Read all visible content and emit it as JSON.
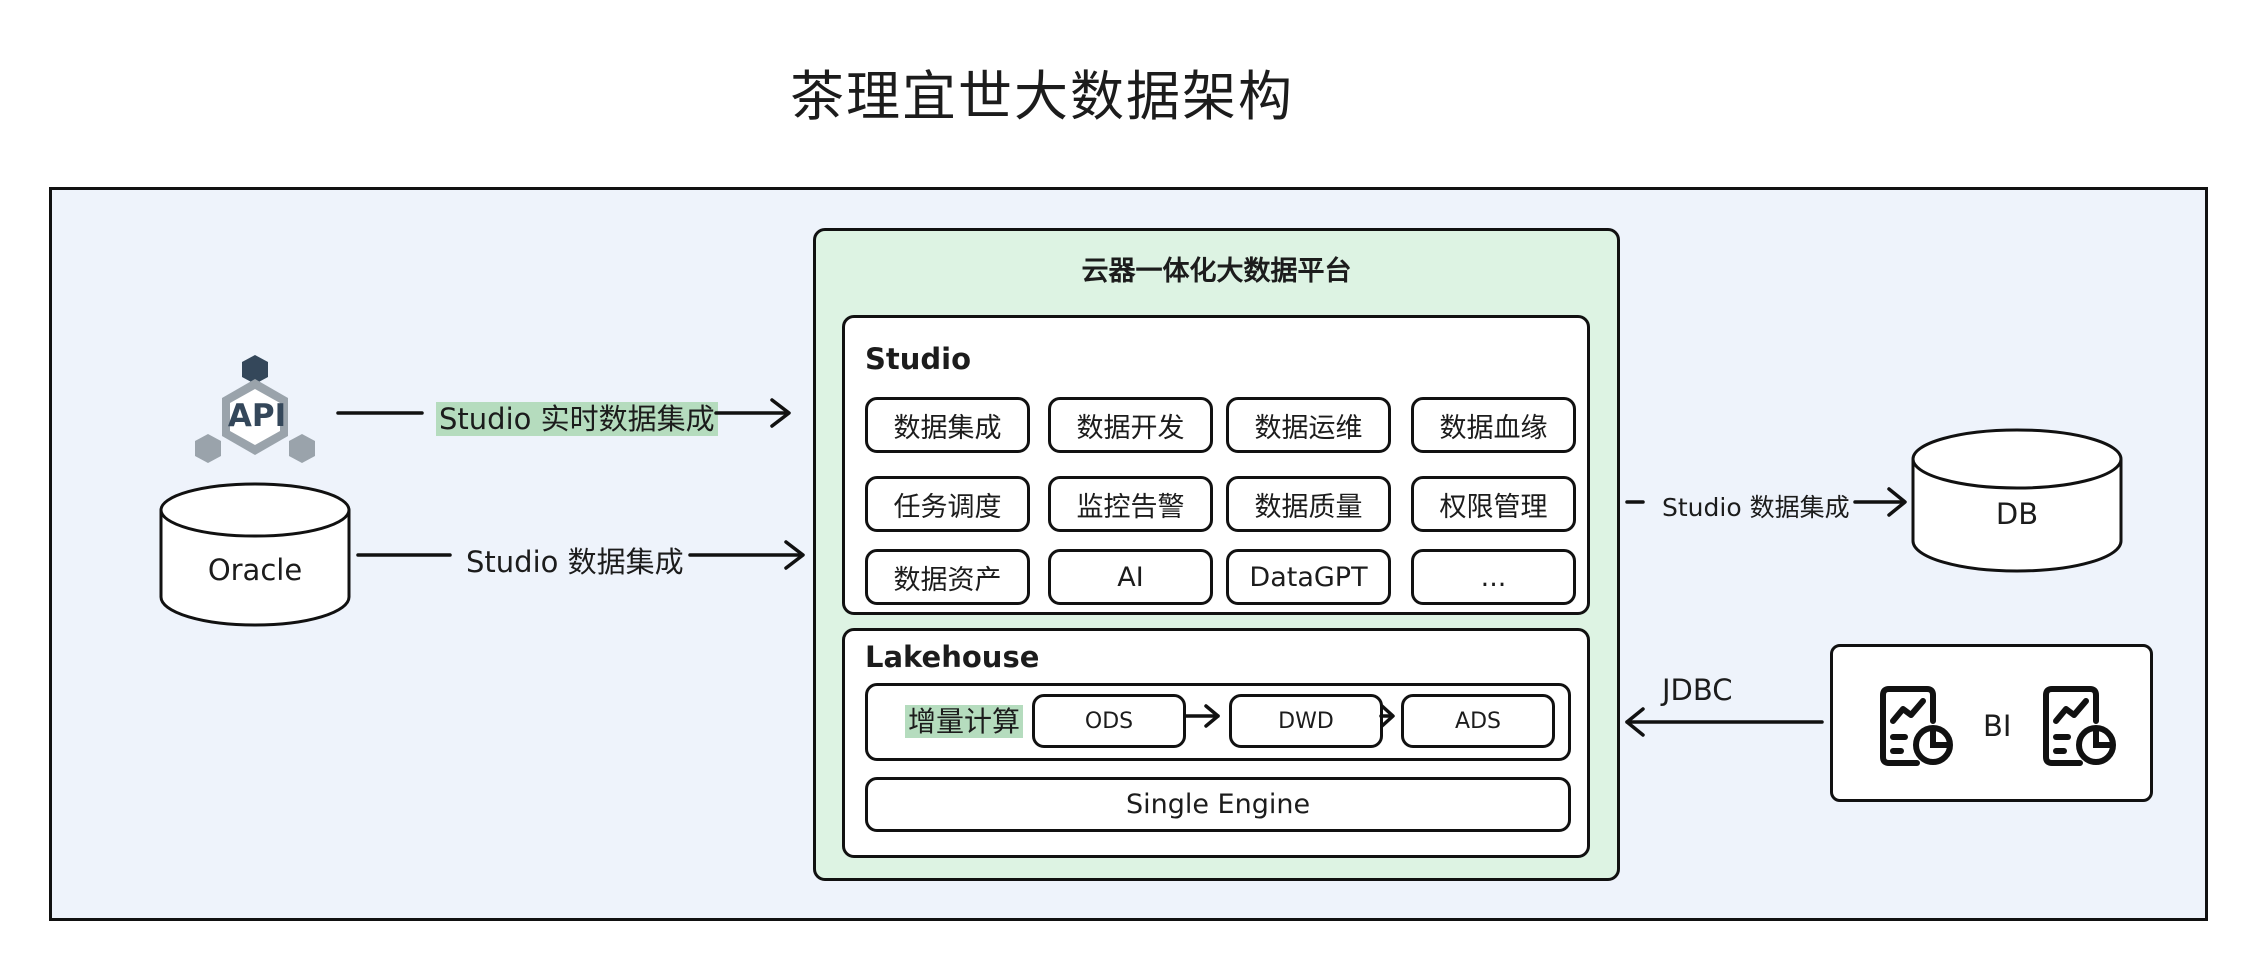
{
  "title": "茶理宜世大数据架构",
  "platform": {
    "title": "云器一体化大数据平台",
    "studio": {
      "title": "Studio",
      "modules": [
        "数据集成",
        "数据开发",
        "数据运维",
        "数据血缘",
        "任务调度",
        "监控告警",
        "数据质量",
        "权限管理",
        "数据资产",
        "AI",
        "DataGPT",
        "..."
      ]
    },
    "lakehouse": {
      "title": "Lakehouse",
      "incremental_label": "增量计算",
      "stages": [
        "ODS",
        "DWD",
        "ADS"
      ],
      "engine_label": "Single Engine"
    }
  },
  "sources": {
    "api_label": "API",
    "api_flow_label": "Studio 实时数据集成",
    "oracle_label": "Oracle",
    "oracle_flow_label": "Studio 数据集成"
  },
  "targets": {
    "db_label": "DB",
    "db_flow_label": "Studio 数据集成",
    "bi_label": "BI",
    "bi_flow_label": "JDBC"
  },
  "colors": {
    "outer_bg": "#eef3fb",
    "platform_bg": "#ddf3e3",
    "highlight": "#b5dcbe",
    "api_icon": "#9aa3ab",
    "api_dark": "#34475a"
  }
}
